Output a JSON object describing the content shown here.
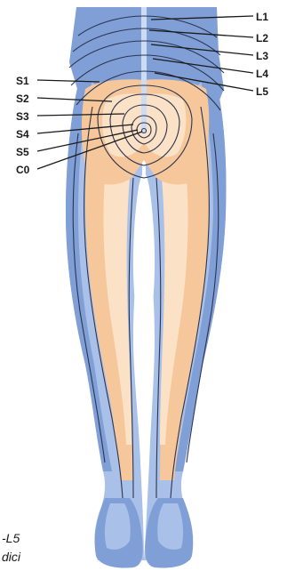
{
  "lumbar_labels": [
    "L1",
    "L2",
    "L3",
    "L4",
    "L5"
  ],
  "sacral_labels": [
    "S1",
    "S2",
    "S3",
    "S4",
    "S5",
    "C0"
  ],
  "caption_lines": [
    "-L5",
    "dici"
  ],
  "colors": {
    "dark_blue": "#7f9fd6",
    "mid_blue": "#a9c0e8",
    "light_blue": "#cddcf2",
    "orange": "#f6c79b",
    "light_orange": "#fbe1c6",
    "outline": "#2c3550"
  }
}
